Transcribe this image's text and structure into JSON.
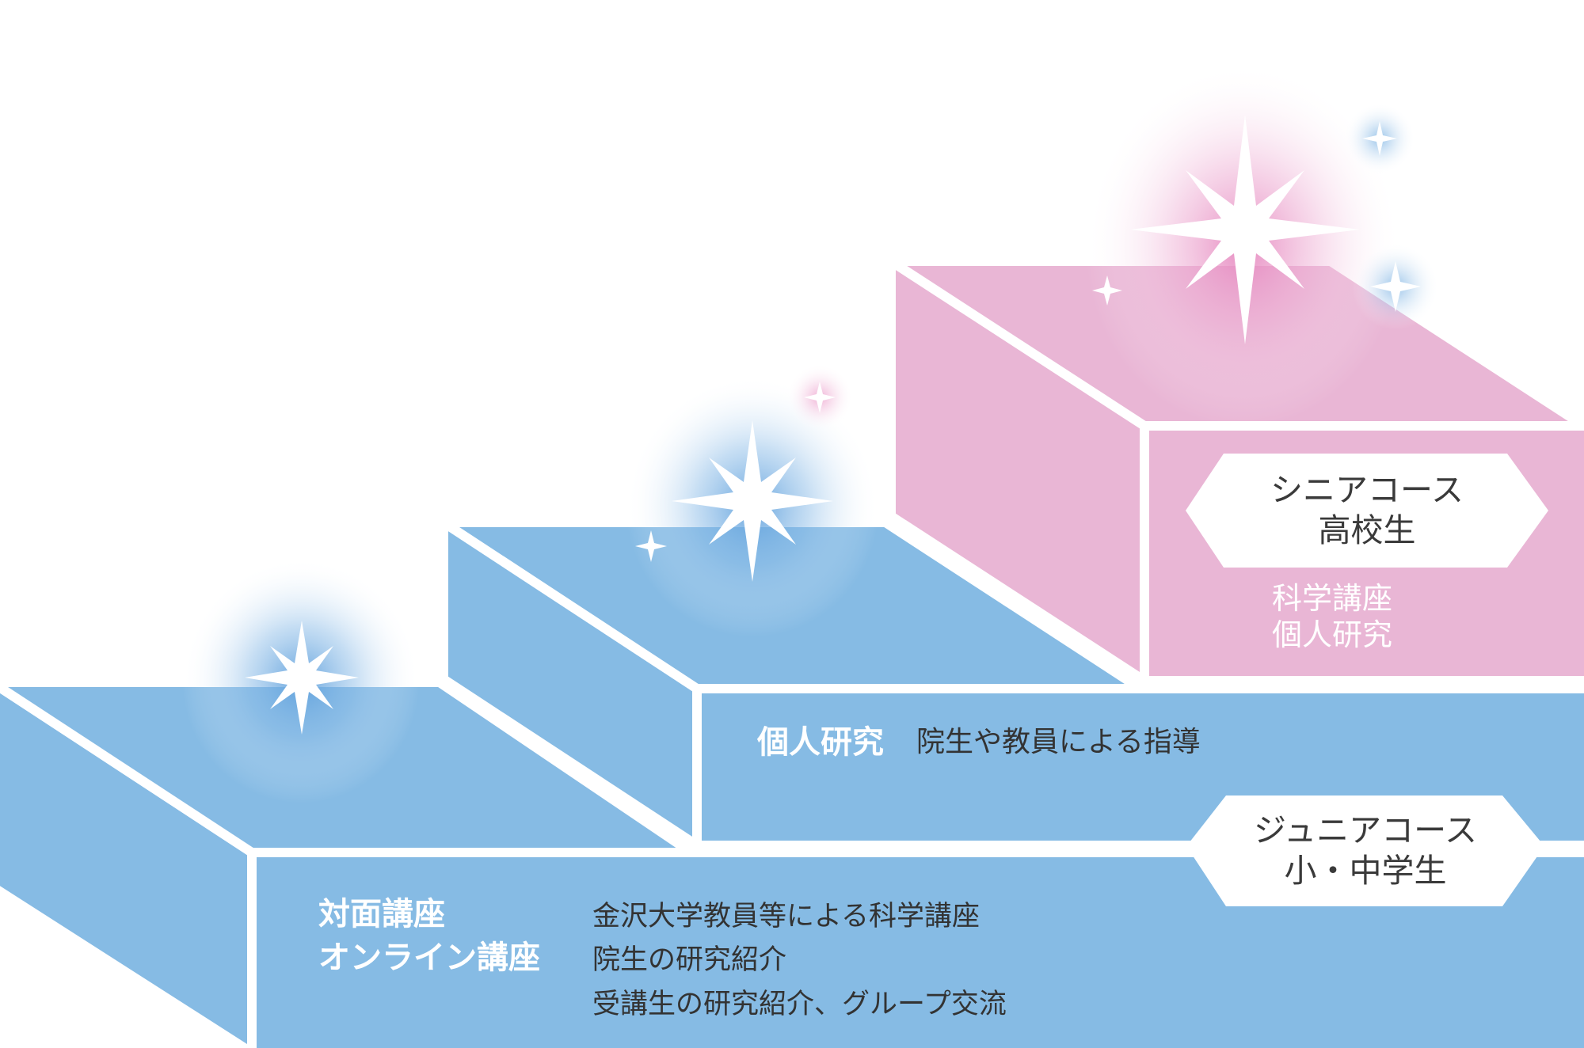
{
  "colors": {
    "blue_block": "#86bbe4",
    "pink_block": "#e9b6d5",
    "outline": "#ffffff",
    "white_text": "#ffffff",
    "dark_text": "#333333",
    "blue_glow": "#6aa8df",
    "pink_glow": "#e98fc3"
  },
  "senior": {
    "badge_line1": "シニアコース",
    "badge_line2": "高校生",
    "content_line1": "科学講座",
    "content_line2": "個人研究"
  },
  "middle": {
    "title": "個人研究",
    "description": "院生や教員による指導"
  },
  "junior": {
    "badge_line1": "ジュニアコース",
    "badge_line2": "小・中学生",
    "label_line1": "対面講座",
    "label_line2": "オンライン講座",
    "item1": "金沢大学教員等による科学講座",
    "item2": "院生の研究紹介",
    "item3": "受講生の研究紹介、グループ交流"
  },
  "icons": [
    "sparkle-icon"
  ]
}
